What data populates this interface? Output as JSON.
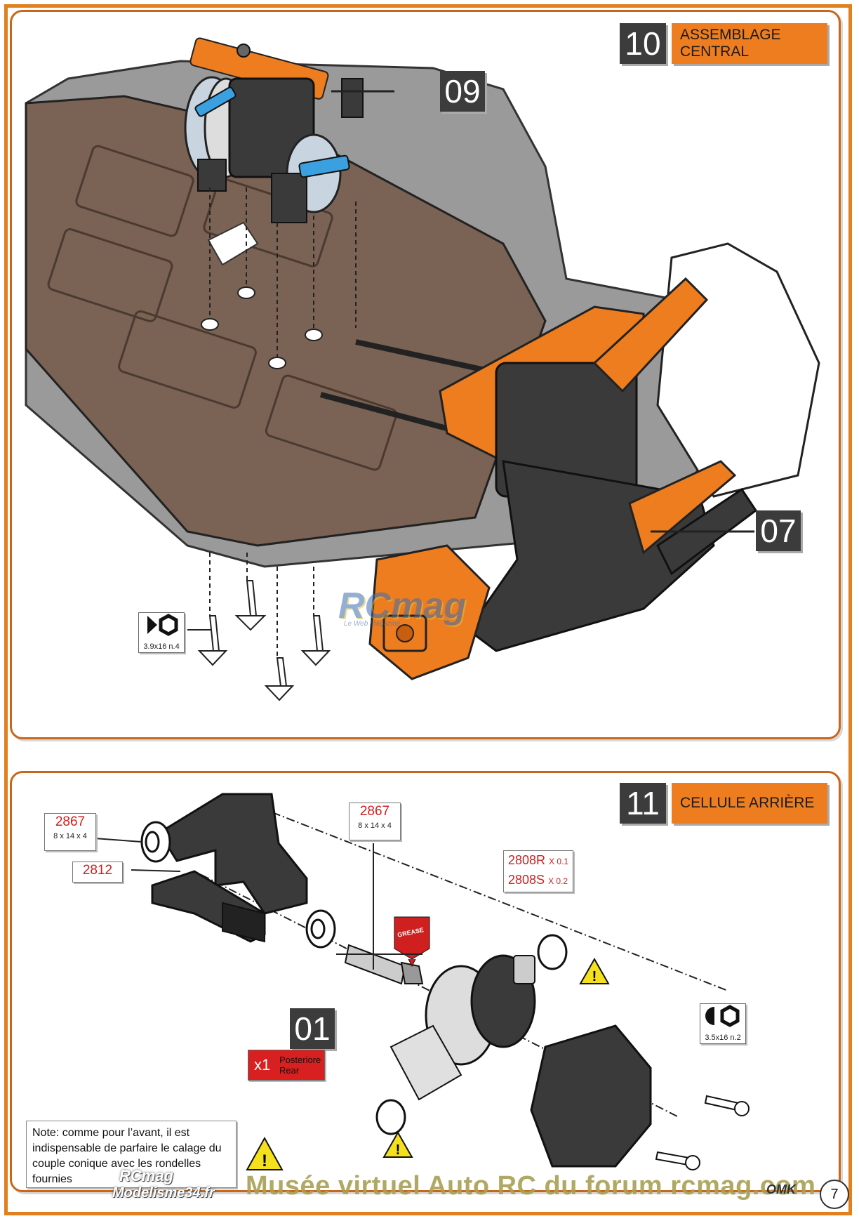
{
  "steps": [
    {
      "number": "10",
      "title_line1": "ASSEMBLAGE",
      "title_line2": "CENTRAL",
      "callouts": [
        "09",
        "07"
      ],
      "screw": {
        "label": "3.9x16 n.4"
      },
      "watermark": {
        "brand": "RCmag",
        "tagline": "Le Web Magazine"
      }
    },
    {
      "number": "11",
      "title": "CELLULE ARRIÈRE",
      "parts": [
        {
          "code": "2867",
          "size": "8 x 14 x 4"
        },
        {
          "code": "2867",
          "size": "8 x 14 x 4"
        },
        {
          "code": "2812"
        },
        {
          "code": "2808R",
          "qty": "X 0.1"
        },
        {
          "code": "2808S",
          "qty": "X 0.2"
        }
      ],
      "grease_label": "GREASE",
      "callout": "01",
      "diff_badge": {
        "qty": "x1",
        "line1": "Posteriore",
        "line2": "Rear"
      },
      "screw": {
        "label": "3.5x16 n.2"
      },
      "note": "Note: comme pour l’avant, il est indispensable de parfaire le calage du couple conique avec les rondelles fournies"
    }
  ],
  "footer": {
    "logo1": "RCmag",
    "logo2": "Modelisme34.fr",
    "museum": "Musée virtuel Auto RC du forum rcmag.com",
    "brand": "OMK",
    "page": "7"
  },
  "colors": {
    "accent": "#ee7d1f",
    "frame": "#e0801f",
    "dark": "#3c3c3c",
    "part_red": "#d01f1f",
    "chassis_brown": "#7a6254"
  }
}
